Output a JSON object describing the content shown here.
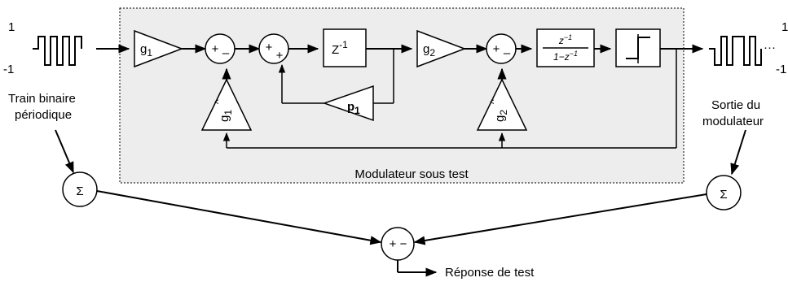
{
  "input_signal": {
    "high": "1",
    "low": "-1",
    "label_line1": "Train binaire",
    "label_line2": "périodique"
  },
  "output_signal": {
    "high": "1",
    "low": "-1",
    "label_line1": "Sortie du",
    "label_line2": "modulateur",
    "ellipsis": "···"
  },
  "modulator": {
    "title": "Modulateur sous test",
    "gain1": {
      "base": "g",
      "sub": "1"
    },
    "gain2": {
      "base": "g",
      "sub": "2"
    },
    "feedback_gain1": {
      "base": "g",
      "sub": "1",
      "hat": "^"
    },
    "feedback_gain2": {
      "base": "g",
      "sub": "2",
      "hat": "^"
    },
    "pole": {
      "base": "p",
      "sub": "1"
    },
    "sum_plus": "+",
    "sum_minus": "–",
    "delay": {
      "base": "Z",
      "sup": "-1"
    },
    "integrator": {
      "num_base": "z",
      "num_sup": "−1",
      "den_prefix": "1−",
      "den_base": "z",
      "den_sup": "−1"
    }
  },
  "accumulator_symbol": "Σ",
  "comparator": {
    "plus": "+",
    "minus": "−"
  },
  "output_label": "Réponse de test",
  "colors": {
    "module_fill": "#ededed",
    "line": "#000000",
    "block_fill": "#ffffff"
  }
}
